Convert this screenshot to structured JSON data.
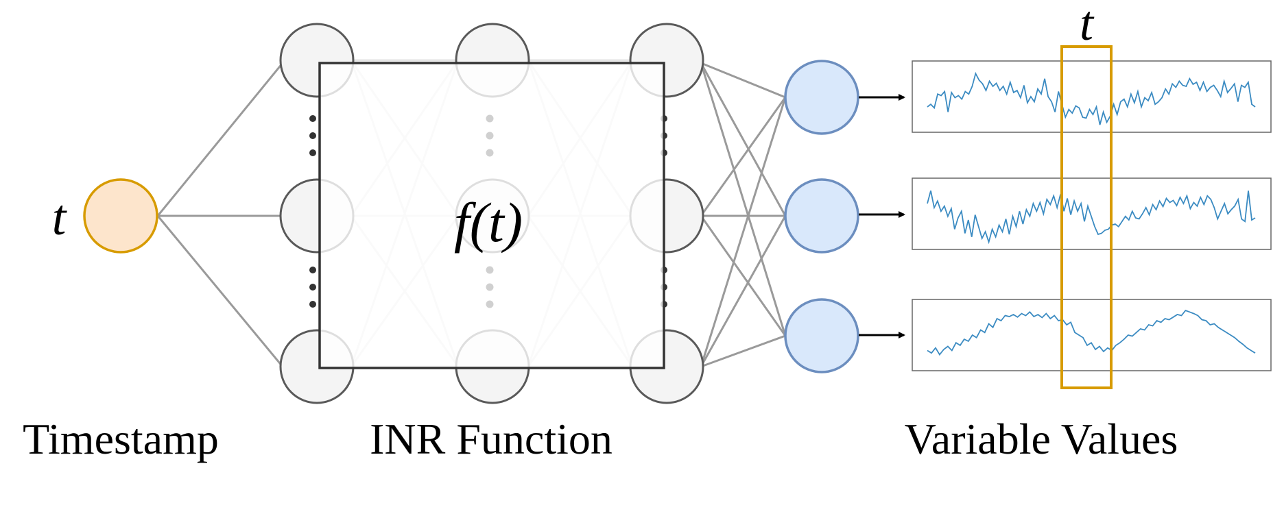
{
  "input": {
    "symbol": "t",
    "label": "Timestamp"
  },
  "inr": {
    "function_label": "f(t)",
    "label": "INR Function"
  },
  "output": {
    "label": "Variable Values",
    "window_symbol": "t"
  },
  "colors": {
    "input_fill": "#fde5cc",
    "input_stroke": "#d79b00",
    "output_fill": "#d9e8fb",
    "output_stroke": "#6c8ebf",
    "series_line": "#3b8bc2",
    "window_stroke": "#d79b00",
    "node_fill": "#f4f4f4",
    "node_stroke": "#595959",
    "edge": "#9a9a9a"
  },
  "series": [
    {
      "name": "",
      "values": [
        0.3,
        0.35,
        0.28,
        0.55,
        0.52,
        0.6,
        0.2,
        0.58,
        0.48,
        0.52,
        0.45,
        0.6,
        0.55,
        0.7,
        0.95,
        0.82,
        0.75,
        0.62,
        0.8,
        0.7,
        0.76,
        0.62,
        0.7,
        0.55,
        0.78,
        0.58,
        0.62,
        0.48,
        0.72,
        0.38,
        0.5,
        0.4,
        0.65,
        0.55,
        0.85,
        0.5,
        0.4,
        0.2,
        0.6,
        0.35,
        0.1,
        0.25,
        0.18,
        0.32,
        0.28,
        0.1,
        0.08,
        0.25,
        0.15,
        0.3,
        -0.05,
        0.2,
        0.0,
        0.12,
        0.35,
        0.15,
        0.4,
        0.45,
        0.3,
        0.55,
        0.38,
        0.6,
        0.3,
        0.48,
        0.42,
        0.58,
        0.35,
        0.4,
        0.48,
        0.65,
        0.55,
        0.75,
        0.68,
        0.8,
        0.72,
        0.7,
        0.85,
        0.74,
        0.78,
        0.62,
        0.78,
        0.6,
        0.68,
        0.72,
        0.62,
        0.5,
        0.8,
        0.58,
        0.66,
        0.75,
        0.4,
        0.72,
        0.68,
        0.78,
        0.35,
        0.3
      ]
    },
    {
      "name": "",
      "values": [
        0.7,
        0.95,
        0.62,
        0.75,
        0.55,
        0.65,
        0.45,
        0.6,
        0.2,
        0.42,
        0.55,
        0.12,
        0.38,
        0.05,
        0.48,
        0.25,
        0.02,
        0.15,
        -0.05,
        0.2,
        0.05,
        0.28,
        0.15,
        0.4,
        0.1,
        0.45,
        0.25,
        0.55,
        0.3,
        0.58,
        0.45,
        0.7,
        0.55,
        0.72,
        0.5,
        0.78,
        0.68,
        0.85,
        0.62,
        0.88,
        0.55,
        0.8,
        0.48,
        0.75,
        0.55,
        0.7,
        0.35,
        0.65,
        0.45,
        0.25,
        0.1,
        0.12,
        0.18,
        0.2,
        0.28,
        0.3,
        0.25,
        0.35,
        0.45,
        0.38,
        0.55,
        0.42,
        0.4,
        0.5,
        0.62,
        0.48,
        0.68,
        0.58,
        0.75,
        0.64,
        0.8,
        0.72,
        0.76,
        0.66,
        0.82,
        0.7,
        0.85,
        0.6,
        0.72,
        0.65,
        0.82,
        0.68,
        0.85,
        0.78,
        0.62,
        0.4,
        0.55,
        0.7,
        0.5,
        0.58,
        0.65,
        0.78,
        0.4,
        0.35,
        0.95,
        0.38,
        0.42
      ]
    },
    {
      "name": "",
      "values": [
        0.2,
        0.15,
        0.25,
        0.12,
        0.22,
        0.28,
        0.2,
        0.35,
        0.3,
        0.42,
        0.38,
        0.5,
        0.45,
        0.6,
        0.55,
        0.72,
        0.65,
        0.82,
        0.78,
        0.88,
        0.86,
        0.9,
        0.85,
        0.92,
        0.88,
        0.95,
        0.86,
        0.9,
        0.84,
        0.92,
        0.82,
        0.88,
        0.78,
        0.8,
        0.7,
        0.75,
        0.55,
        0.5,
        0.45,
        0.3,
        0.35,
        0.22,
        0.28,
        0.18,
        0.25,
        0.2,
        0.3,
        0.35,
        0.42,
        0.5,
        0.48,
        0.55,
        0.62,
        0.6,
        0.7,
        0.68,
        0.78,
        0.75,
        0.82,
        0.8,
        0.85,
        0.9,
        0.88,
        0.98,
        0.95,
        0.92,
        0.88,
        0.8,
        0.78,
        0.7,
        0.72,
        0.65,
        0.6,
        0.55,
        0.5,
        0.45,
        0.38,
        0.32,
        0.25,
        0.2,
        0.15
      ]
    }
  ]
}
